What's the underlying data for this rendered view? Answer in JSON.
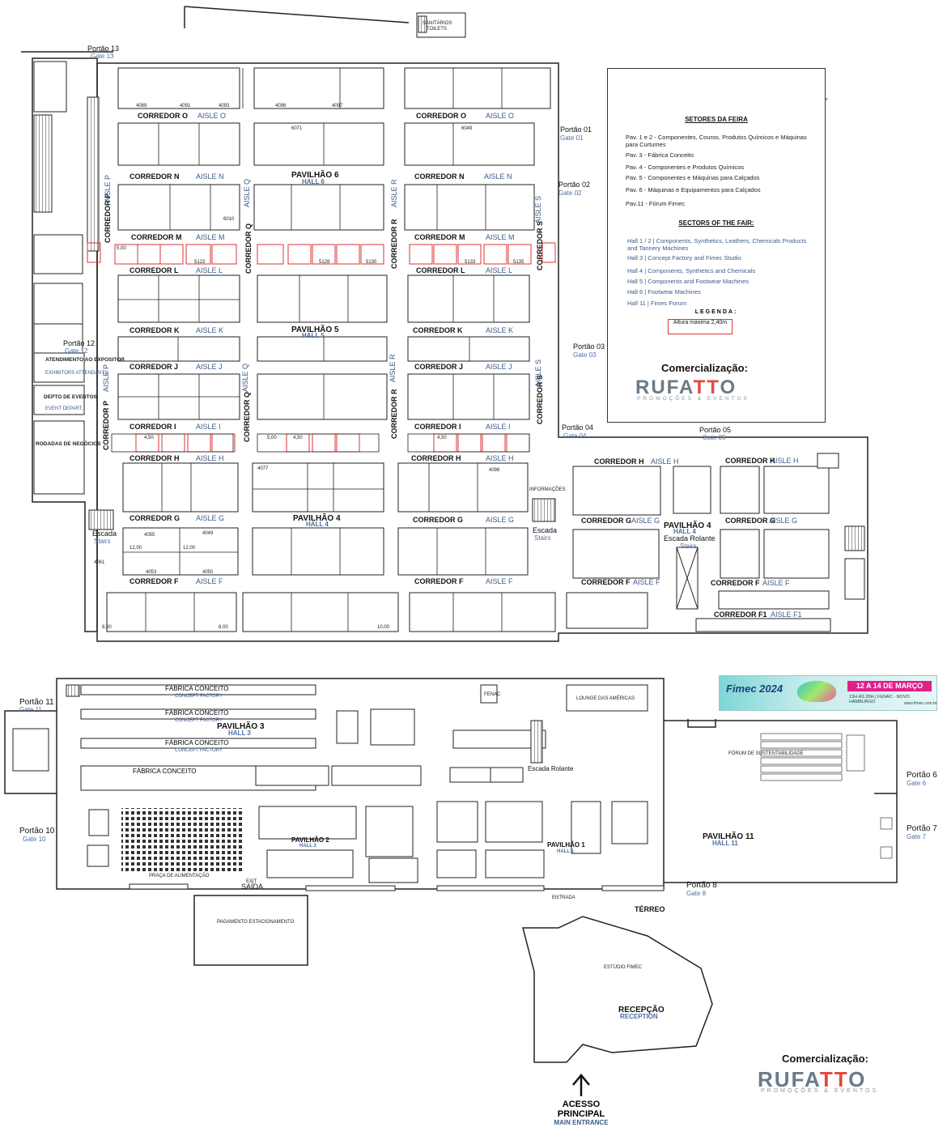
{
  "banner": {
    "brand": "Fimec 2024",
    "date": "12 A 14 DE MARÇO",
    "subtitle": "13H ÀS 20H | FENAC - NOVO HAMBURGO",
    "site": "www.fimec.com.br"
  },
  "legend": {
    "title_pt": "SETORES DA FEIRA",
    "items_pt": [
      "Pav. 1 e 2 - Componentes, Couros, Produtos Químicos e Máquinas para Curtumes",
      "Pav. 3 - Fábrica Conceito",
      "Pav. 4 - Componentes e Produtos Químicos",
      "Pav. 5 - Componentes e Máquinas para Calçados",
      "Pav. 6 - Máquinas e Equipamentos para Calçados",
      "Pav.11 - Fórum Fimec"
    ],
    "title_en": "SECTORS OF THE FAIR:",
    "items_en": [
      "Hall 1 / 2 | Components, Synthetics, Leathers, Chemicals Products and Tannery Machines",
      "Hall 3 | Concept Factory and Fimec Studio",
      "Hall 4 | Components, Synthetics and Chemicals",
      "Hall 5 | Components and Footwear Machines",
      "Hall 6 | Footwear Machines",
      "Hall 11 | Fimec Forum"
    ],
    "caption": "LEGENDA:",
    "swatch": "Altura máxima 2,40m"
  },
  "commercial": {
    "label": "Comercialização:",
    "brand_a": "RUFA",
    "brand_b": "TT",
    "brand_c": "O",
    "tagline": "PROMOÇÕES & EVENTOS"
  },
  "access": {
    "pt_1": "ACESSO",
    "pt_2": "PRINCIPAL",
    "en": "MAIN ENTRANCE"
  },
  "gates": [
    {
      "pt": "Portão 13",
      "en": "Gate 13"
    },
    {
      "pt": "Portão 01",
      "en": "Gate 01"
    },
    {
      "pt": "Portão 02",
      "en": "Gate 02"
    },
    {
      "pt": "Portão 03",
      "en": "Gate 03"
    },
    {
      "pt": "Portão 04",
      "en": "Gate 04"
    },
    {
      "pt": "Portão 05",
      "en": "Gate 05"
    },
    {
      "pt": "Portão 12",
      "en": "Gate 12"
    },
    {
      "pt": "Portão 11",
      "en": "Gate 11"
    },
    {
      "pt": "Portão 10",
      "en": "Gate 10"
    },
    {
      "pt": "Portão 6",
      "en": "Gate 6"
    },
    {
      "pt": "Portão 7",
      "en": "Gate 7"
    },
    {
      "pt": "Portão 8",
      "en": "Gate 8"
    }
  ],
  "halls": [
    {
      "pt": "PAVILHÃO 6",
      "en": "HALL 6"
    },
    {
      "pt": "PAVILHÃO 5",
      "en": "HALL 5"
    },
    {
      "pt": "PAVILHÃO 4",
      "en": "HALL 4"
    },
    {
      "pt": "PAVILHÃO 3",
      "en": "HALL 3"
    },
    {
      "pt": "PAVILHÃO 2",
      "en": "HALL 2"
    },
    {
      "pt": "PAVILHÃO 1",
      "en": "HALL 1"
    },
    {
      "pt": "PAVILHÃO 11",
      "en": "HALL 11"
    }
  ],
  "aisles": {
    "O": {
      "pt": "CORREDOR O",
      "en": "AISLE O"
    },
    "N": {
      "pt": "CORREDOR N",
      "en": "AISLE N"
    },
    "M": {
      "pt": "CORREDOR M",
      "en": "AISLE M"
    },
    "L": {
      "pt": "CORREDOR L",
      "en": "AISLE L"
    },
    "K": {
      "pt": "CORREDOR K",
      "en": "AISLE K"
    },
    "J": {
      "pt": "CORREDOR J",
      "en": "AISLE J"
    },
    "I": {
      "pt": "CORREDOR I",
      "en": "AISLE I"
    },
    "H": {
      "pt": "CORREDOR H",
      "en": "AISLE H"
    },
    "G": {
      "pt": "CORREDOR G",
      "en": "AISLE G"
    },
    "F": {
      "pt": "CORREDOR F",
      "en": "AISLE F"
    },
    "F1": {
      "pt": "CORREDOR F1",
      "en": "AISLE F1"
    },
    "P": {
      "pt": "CORREDOR P",
      "en": "AISLE P"
    },
    "Q": {
      "pt": "CORREDOR Q",
      "en": "AISLE Q"
    },
    "R": {
      "pt": "CORREDOR R",
      "en": "AISLE R"
    },
    "S": {
      "pt": "CORREDOR S",
      "en": "AISLE S"
    }
  },
  "facilities": {
    "toilets_pt": "SANITÁRIOS",
    "toilets_en": "TOILETS",
    "service_pt": "ATENDIMENTO AO EXPOSITOR",
    "service_en": "EXHIBITORS ATTENDANTS",
    "events_pt": "DEPTO DE EVENTOS",
    "events_en": "EVENT DEPART.",
    "business": "RODADAS DE NEGÓCIOS",
    "stairs_pt": "Escada",
    "stairs_en": "Stairs",
    "escalator_pt": "Escada Rolante",
    "info": "INFORMAÇÕES",
    "concept": "FÁBRICA CONCEITO",
    "concept_en": "CONCEPT FACTORY",
    "food": "PRAÇA DE ALIMENTAÇÃO",
    "exit_pt": "SAÍDA",
    "exit_en": "EXIT",
    "parking": "PAGAMENTO ESTACIONAMENTO",
    "forum": "FÓRUM DE SUSTENTABILIDADE",
    "lounge": "LOUNGE DAS AMÉRICAS",
    "fenac": "FENAC",
    "terreo": "TÉRREO",
    "entrance": "ENTRADA",
    "studio": "ESTÚDIO FIMEC",
    "reception_pt": "RECEPÇÃO",
    "reception_en": "RECEPTION"
  },
  "booth_labels": {
    "b1": "4089",
    "b2": "4091",
    "b3": "4093",
    "b4": "4096",
    "b5": "4097",
    "b6": "6071",
    "b7": "6049",
    "b8": "6010",
    "b9": "5123",
    "b10": "5128",
    "b11": "5130",
    "b12": "5133",
    "b13": "5135",
    "b14": "4077",
    "b15": "4098",
    "b16": "4055",
    "b17": "4049",
    "b18": "4053",
    "b19": "4050",
    "b20": "4061"
  },
  "booth_dims": {
    "d1": "4,50",
    "d2": "5,00",
    "d3": "12,00",
    "d4": "8,00",
    "d5": "10,00",
    "d6": "2,40m"
  }
}
